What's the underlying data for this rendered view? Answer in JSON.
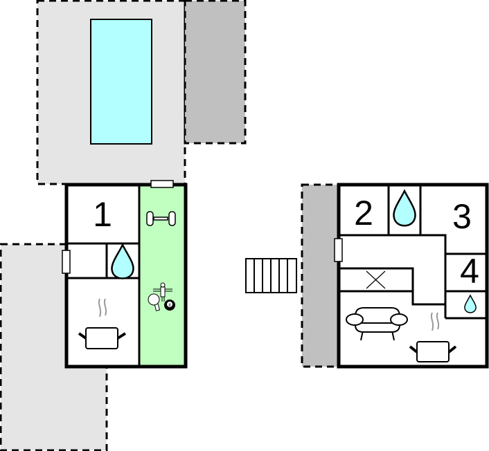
{
  "floor_plan": {
    "rooms": [
      {
        "label": "1"
      },
      {
        "label": "2"
      },
      {
        "label": "3"
      },
      {
        "label": "4"
      }
    ],
    "icons": [
      "pool",
      "dumbbell-icon",
      "water-drop-icon",
      "kitchen-pot-icon",
      "table-football-icon",
      "ping-pong-icon",
      "billiard-ball-icon",
      "sofa-icon",
      "stairs",
      "door"
    ],
    "billiard_ball_number": "8"
  },
  "colors": {
    "terrace": "#e5e5e5",
    "covered": "#c0c0c0",
    "pool": "#b3ffff",
    "activity_room": "#c0ffc0",
    "water": "#b3ffff"
  }
}
